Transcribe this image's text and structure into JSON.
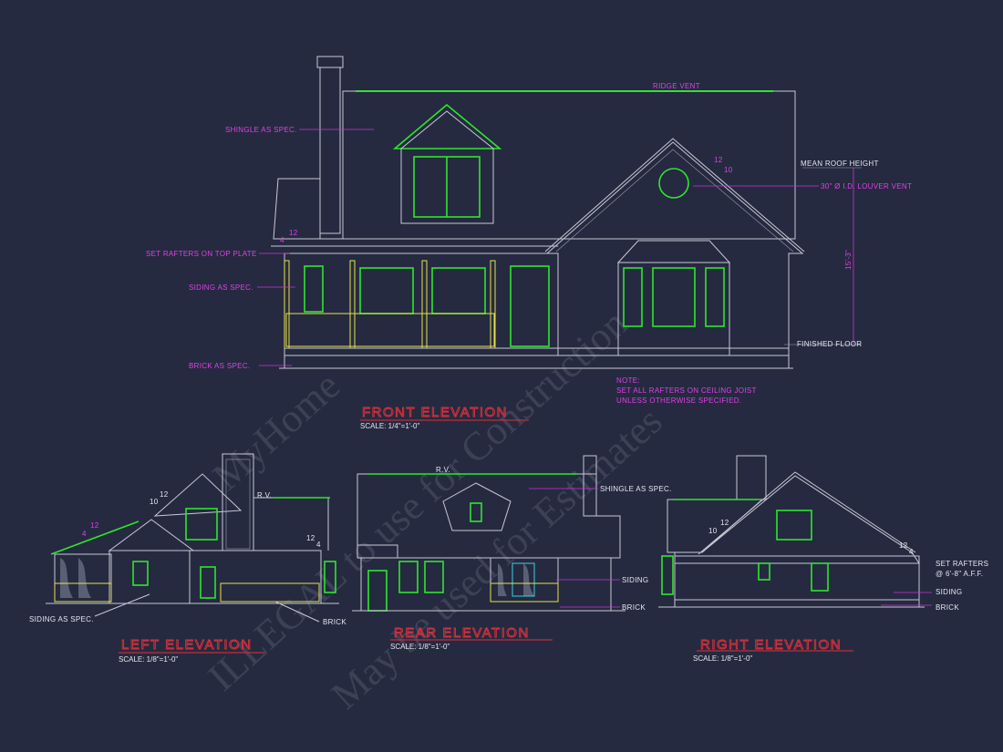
{
  "front_elevation": {
    "title": "FRONT ELEVATION",
    "scale": "SCALE: 1/4\"=1'-0\"",
    "labels": {
      "ridge_vent": "RIDGE VENT",
      "shingle": "SHINGLE AS SPEC.",
      "rafters": "SET RAFTERS ON TOP PLATE",
      "siding": "SIDING AS SPEC.",
      "brick": "BRICK AS SPEC.",
      "mean_roof": "MEAN ROOF HEIGHT",
      "louver": "30\" Ø I.D. LOUVER VENT",
      "finished_floor": "FINISHED FLOOR",
      "height_dim": "15'-3\"",
      "pitch_rise": "12",
      "pitch_run": "10",
      "pitch_rise_b": "12",
      "pitch_run_b": "4"
    },
    "note_lines": [
      "NOTE:",
      "SET ALL RAFTERS ON CEILING JOIST",
      "UNLESS OTHERWISE SPECIFIED."
    ]
  },
  "left_elevation": {
    "title": "LEFT ELEVATION",
    "scale": "SCALE: 1/8\"=1'-0\"",
    "labels": {
      "rv": "R.V.",
      "siding": "SIDING AS SPEC.",
      "brick": "BRICK",
      "pitch_a_rise": "12",
      "pitch_a_run": "10",
      "pitch_b_rise": "12",
      "pitch_b_run": "4",
      "pitch_c_rise": "12",
      "pitch_c_run": "4"
    }
  },
  "rear_elevation": {
    "title": "REAR ELEVATION",
    "scale": "SCALE: 1/8\"=1'-0\"",
    "labels": {
      "rv": "R.V.",
      "shingle": "SHINGLE AS SPEC.",
      "siding": "SIDING",
      "brick": "BRICK"
    }
  },
  "right_elevation": {
    "title": "RIGHT ELEVATION",
    "scale": "SCALE: 1/8\"=1'-0\"",
    "labels": {
      "rafters_1": "SET RAFTERS",
      "rafters_2": "@ 6'-8\" A.F.F.",
      "siding": "SIDING",
      "brick": "BRICK",
      "pitch_a_rise": "12",
      "pitch_a_run": "10",
      "pitch_b_rise": "12",
      "pitch_b_run": "4"
    }
  },
  "watermark": {
    "line1": "MyHome",
    "line2": "ILLEGAL to use for Construction",
    "line3": "May be used for Estimates"
  },
  "colors": {
    "background": "#252a40",
    "linework": "#c8c8d4",
    "annotation": "#e040e6",
    "window": "#2ee62e",
    "porch": "#e8e24a",
    "title": "#e0303a"
  }
}
